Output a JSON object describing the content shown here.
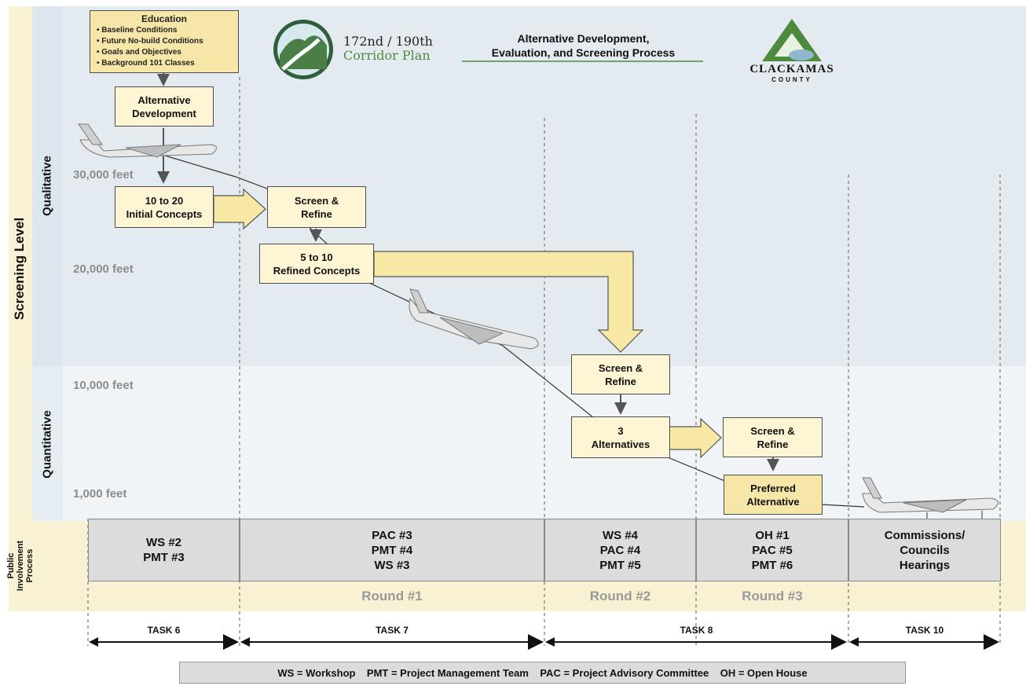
{
  "header": {
    "logo_line1": "172nd / 190th",
    "logo_line2": "Corridor Plan",
    "title_line1": "Alternative Development,",
    "title_line2": "Evaluation, and Screening Process",
    "county_name": "CLACKAMAS",
    "county_sub": "COUNTY"
  },
  "axis": {
    "screening_level": "Screening Level",
    "qualitative": "Qualitative",
    "quantitative": "Quantitative",
    "public_involvement_line1": "Public",
    "public_involvement_line2": "Involvement",
    "public_involvement_line3": "Process",
    "altitudes": [
      "30,000 feet",
      "20,000 feet",
      "10,000 feet",
      "1,000 feet"
    ]
  },
  "education": {
    "title": "Education",
    "items": [
      "• Baseline Conditions",
      "• Future No-build Conditions",
      "• Goals and Objectives",
      "• Background 101 Classes"
    ]
  },
  "steps": {
    "alt_dev_1": "Alternative",
    "alt_dev_2": "Development",
    "initial_1": "10 to 20",
    "initial_2": "Initial Concepts",
    "screen1_1": "Screen &",
    "screen1_2": "Refine",
    "refined_1": "5 to 10",
    "refined_2": "Refined Concepts",
    "screen2_1": "Screen &",
    "screen2_2": "Refine",
    "three_1": "3",
    "three_2": "Alternatives",
    "screen3_1": "Screen &",
    "screen3_2": "Refine",
    "pref_1": "Preferred",
    "pref_2": "Alternative"
  },
  "meetings": {
    "col1": [
      "WS #2",
      "PMT #3"
    ],
    "col2": [
      "PAC #3",
      "PMT #4",
      "WS #3"
    ],
    "col3": [
      "WS #4",
      "PAC #4",
      "PMT #5"
    ],
    "col4": [
      "OH #1",
      "PAC #5",
      "PMT #6"
    ],
    "col5": [
      "Commissions/",
      "Councils",
      "Hearings"
    ]
  },
  "rounds": [
    "Round #1",
    "Round #2",
    "Round #3"
  ],
  "tasks": [
    "TASK 6",
    "TASK 7",
    "TASK 8",
    "TASK 10"
  ],
  "legend": "WS = Workshop    PMT = Project Management Team    PAC = Project Advisory Committee    OH = Open House",
  "colors": {
    "box_fill": "#fdf5d3",
    "arrow_fill": "#f8e8a6",
    "qualitative_bg": "#e3ebf0",
    "quantitative_bg": "#f1f4f6",
    "band": "#f8f1d3"
  }
}
